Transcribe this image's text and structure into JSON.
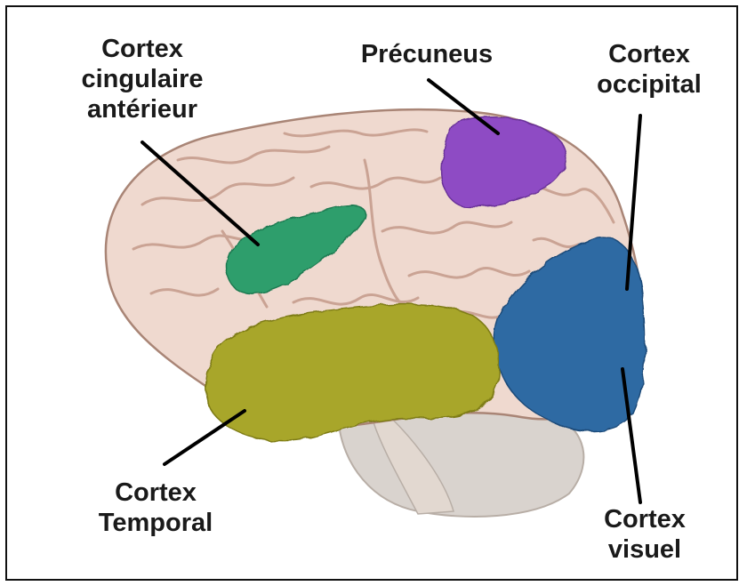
{
  "labels": {
    "acc": [
      "Cortex",
      "cingulaire",
      "antérieur"
    ],
    "precuneus": [
      "Précuneus"
    ],
    "occipital": [
      "Cortex",
      "occipital"
    ],
    "temporal": [
      "Cortex",
      "Temporal"
    ],
    "visuel": [
      "Cortex",
      "visuel"
    ]
  },
  "colors": {
    "brain": "#efd9cf",
    "folds": "#c79e8f",
    "cerebellum": "#d6d0cb",
    "acc": "#2e9e6c",
    "precuneus": "#8e4cc4",
    "occipital": "#2f6aa3",
    "temporal": "#a8a62a"
  }
}
